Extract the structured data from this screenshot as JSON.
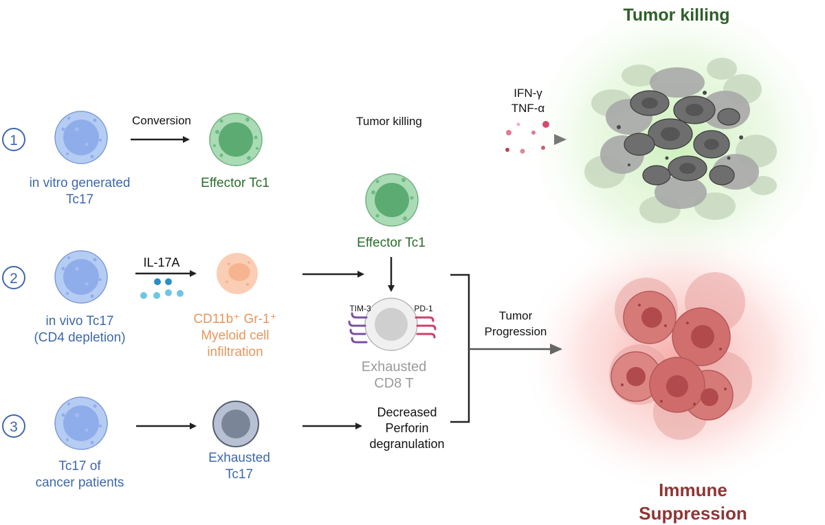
{
  "headings": {
    "tumor_killing": "Tumor killing",
    "immune_line1": "Immune",
    "immune_line2": "Suppression"
  },
  "rows": [
    {
      "number": "1",
      "source_line1": "in vitro generated",
      "source_line2": "Tc17",
      "arrow_label": "Conversion",
      "product": "Effector Tc1",
      "outcome_label": "Tumor killing",
      "cytokines_line1": "IFN-γ",
      "cytokines_line2": "TNF-α"
    },
    {
      "number": "2",
      "source_line1": "in vivo Tc17",
      "source_line2": "(CD4 depletion)",
      "arrow_label": "IL-17A",
      "myeloid_line1": "CD11b⁺ Gr-1⁺",
      "myeloid_line2": "Myeloid cell",
      "myeloid_line3": "infiltration",
      "effector": "Effector Tc1",
      "receptor_left": "TIM-3",
      "receptor_right": "PD-1",
      "exhausted_line1": "Exhausted",
      "exhausted_line2": "CD8 T"
    },
    {
      "number": "3",
      "source_line1": "Tc17 of",
      "source_line2": "cancer patients",
      "product_line1": "Exhausted",
      "product_line2": "Tc17",
      "outcome_line1": "Decreased",
      "outcome_line2": "Perforin",
      "outcome_line3": "degranulation"
    }
  ],
  "merge": {
    "label_line1": "Tumor",
    "label_line2": "Progression"
  },
  "colors": {
    "blue_text": "#3d67ad",
    "green_text": "#2b6b2b",
    "orange_text": "#e8955a",
    "grey_text": "#9a9a9a",
    "dark_green_heading": "#2f5e2a",
    "dark_red_heading": "#8f3535",
    "arrow": "#222222"
  }
}
